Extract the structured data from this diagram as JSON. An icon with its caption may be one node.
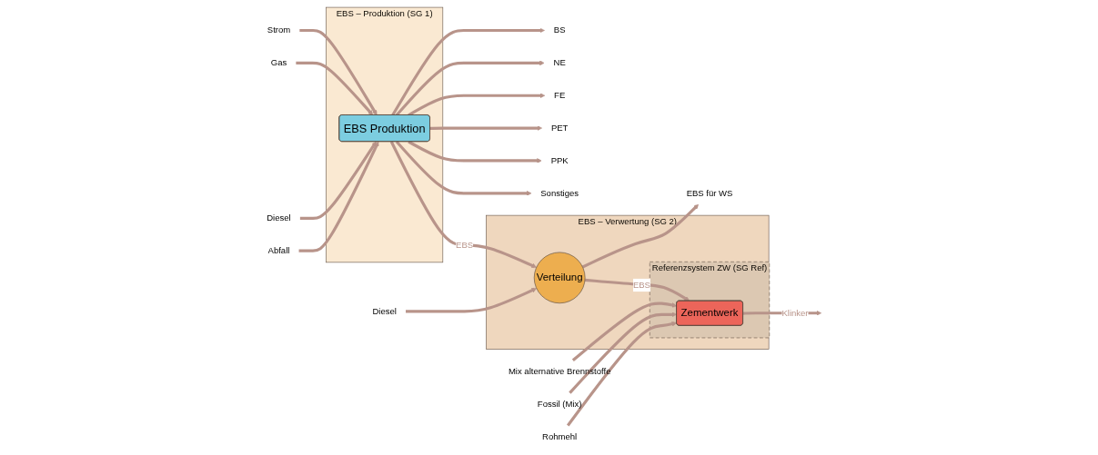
{
  "diagram": {
    "nodes": [
      {
        "text": [
          "EBS – Produktion (SG 1)"
        ]
      },
      {
        "text": [
          "Strom"
        ]
      },
      {
        "text": [
          "Gas"
        ]
      },
      {
        "text": [
          "Diesel"
        ]
      },
      {
        "text": [
          "Abfall"
        ]
      },
      {
        "text": [
          "EBS Produktion"
        ],
        "in": 0
      },
      {
        "text": [
          "BS"
        ]
      },
      {
        "text": [
          "NE"
        ]
      },
      {
        "text": [
          "FE"
        ]
      },
      {
        "text": [
          "PET"
        ]
      },
      {
        "text": [
          "PPK"
        ]
      },
      {
        "text": [
          "Sonstiges"
        ]
      },
      {
        "text": [
          "EBS – Verwertung (SG 2)"
        ]
      },
      {
        "text": [
          "Diesel"
        ]
      },
      {
        "text": [
          "Mix alternative Brennstoffe"
        ]
      },
      {
        "text": [
          "Verteilung"
        ],
        "in": 12
      },
      {
        "text": [
          "Referenzsystem ZW (SG Ref)"
        ],
        "in": 12
      },
      {
        "text": [
          "Zementwerk"
        ],
        "in": 16
      },
      {
        "text": [
          "EBS für WS"
        ]
      },
      {
        "text": [
          "Fossil (Mix)"
        ]
      },
      {
        "text": [
          "Rohmehl"
        ]
      }
    ],
    "edges": [
      {
        "from": 1,
        "to": 5,
        "arrow": "to"
      },
      {
        "from": 2,
        "to": 5,
        "arrow": "to"
      },
      {
        "from": 3,
        "to": 5,
        "arrow": "to"
      },
      {
        "from": 4,
        "to": 5,
        "arrow": "to"
      },
      {
        "from": 5,
        "to": 6,
        "arrow": "to"
      },
      {
        "from": 5,
        "to": 7,
        "arrow": "to"
      },
      {
        "from": 5,
        "to": 8,
        "arrow": "to"
      },
      {
        "from": 5,
        "to": 9,
        "arrow": "to"
      },
      {
        "from": 5,
        "to": 10,
        "arrow": "to"
      },
      {
        "from": 5,
        "to": 11,
        "arrow": "to"
      },
      {
        "from": 5,
        "to": 15,
        "label": "EBS",
        "arrow": "to"
      },
      {
        "from": 13,
        "to": 15,
        "arrow": "to"
      },
      {
        "from": 15,
        "to": 18,
        "arrow": "to"
      },
      {
        "from": 15,
        "to": 17,
        "label": "EBS",
        "arrow": "to"
      },
      {
        "from": 14,
        "to": 17,
        "arrow": "to"
      },
      {
        "from": 19,
        "to": 17,
        "arrow": "to"
      },
      {
        "from": 20,
        "to": 17,
        "arrow": "to"
      },
      {
        "from": 17,
        "to": null,
        "label": "Klinker",
        "arrow": "to"
      }
    ]
  }
}
